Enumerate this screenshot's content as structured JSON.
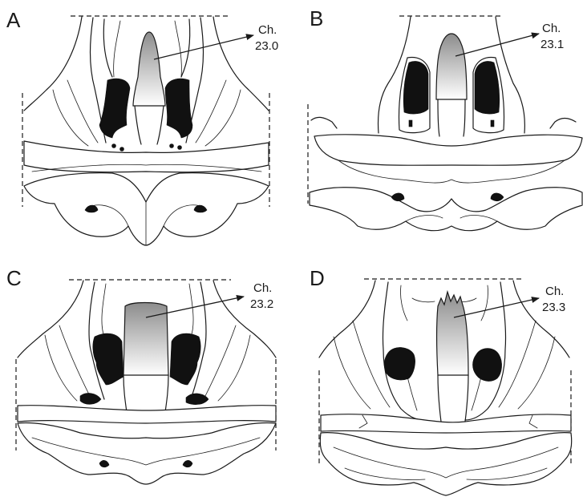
{
  "panels": [
    {
      "letter": "A",
      "label_line1": "Ch.",
      "label_line2": "23.0"
    },
    {
      "letter": "B",
      "label_line1": "Ch.",
      "label_line2": "23.1"
    },
    {
      "letter": "C",
      "label_line1": "Ch.",
      "label_line2": "23.2"
    },
    {
      "letter": "D",
      "label_line1": "Ch.",
      "label_line2": "23.3"
    }
  ],
  "colors": {
    "outline": "#1a1a1a",
    "foramen": "#111111",
    "character_gradient_top": "#8c8c8c",
    "character_gradient_bottom": "#ffffff"
  }
}
